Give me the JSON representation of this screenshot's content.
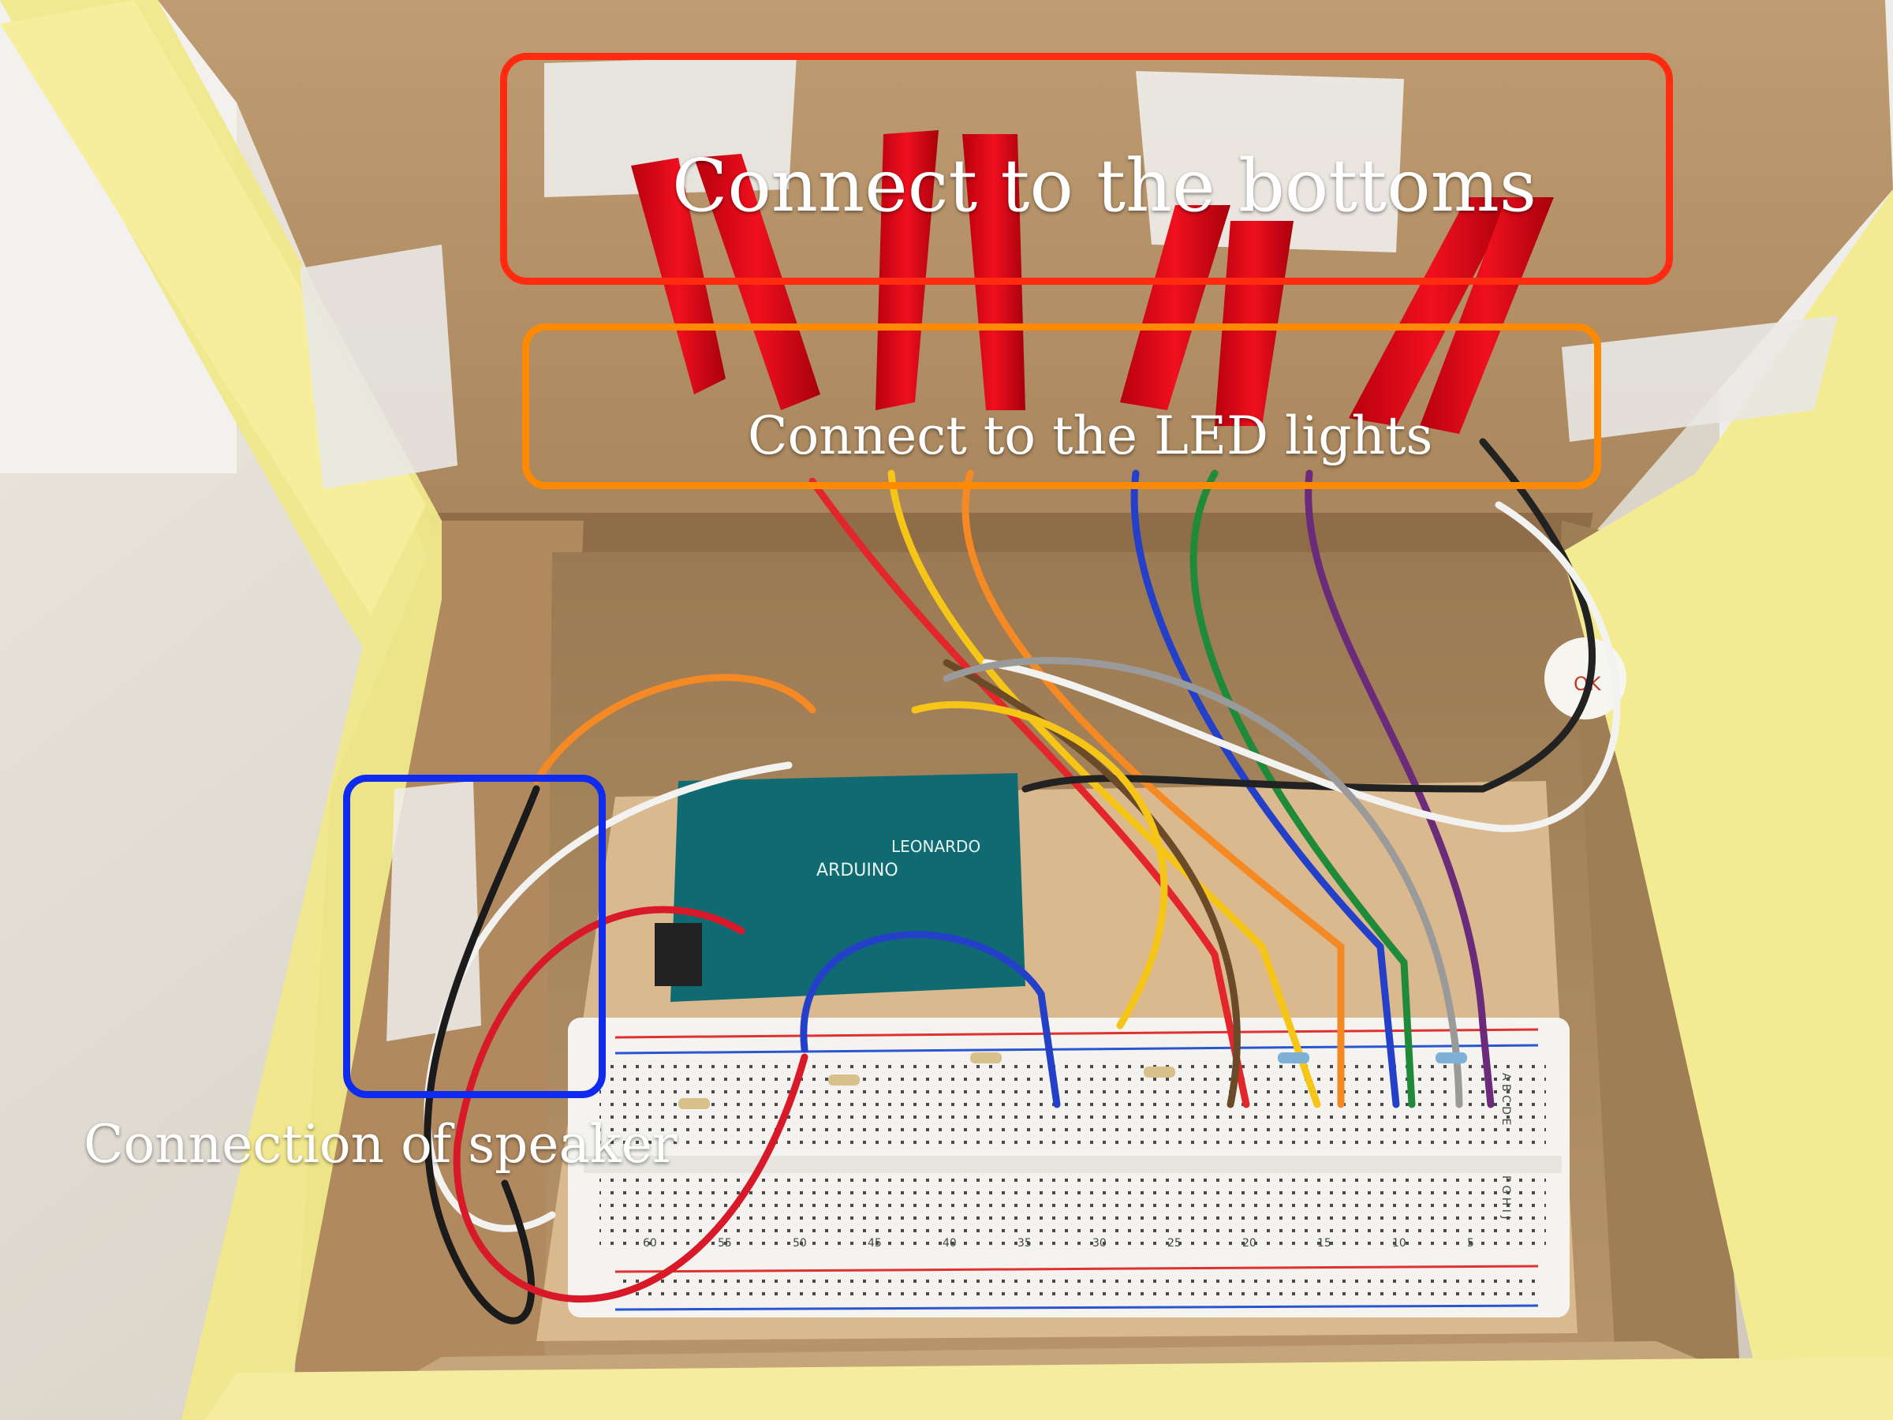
{
  "labels": {
    "bottoms": "Connect to the bottoms",
    "led_lights": "Connect to the LED lights",
    "speaker": "Connection of speaker"
  },
  "board_text": {
    "brand": "ARDUINO",
    "model": "LEONARDO",
    "sticker": "OK",
    "row_letters_top": "A B C D E",
    "row_letters_bottom": "F G H I J",
    "column_numbers": [
      "5",
      "10",
      "15",
      "20",
      "25",
      "30",
      "35",
      "40",
      "45",
      "50",
      "55",
      "60"
    ]
  },
  "colors": {
    "bottoms_box": "#ff2a10",
    "led_box": "#ff8a00",
    "speaker_box": "#0f2bf0",
    "caption_text": "#ffffff"
  }
}
